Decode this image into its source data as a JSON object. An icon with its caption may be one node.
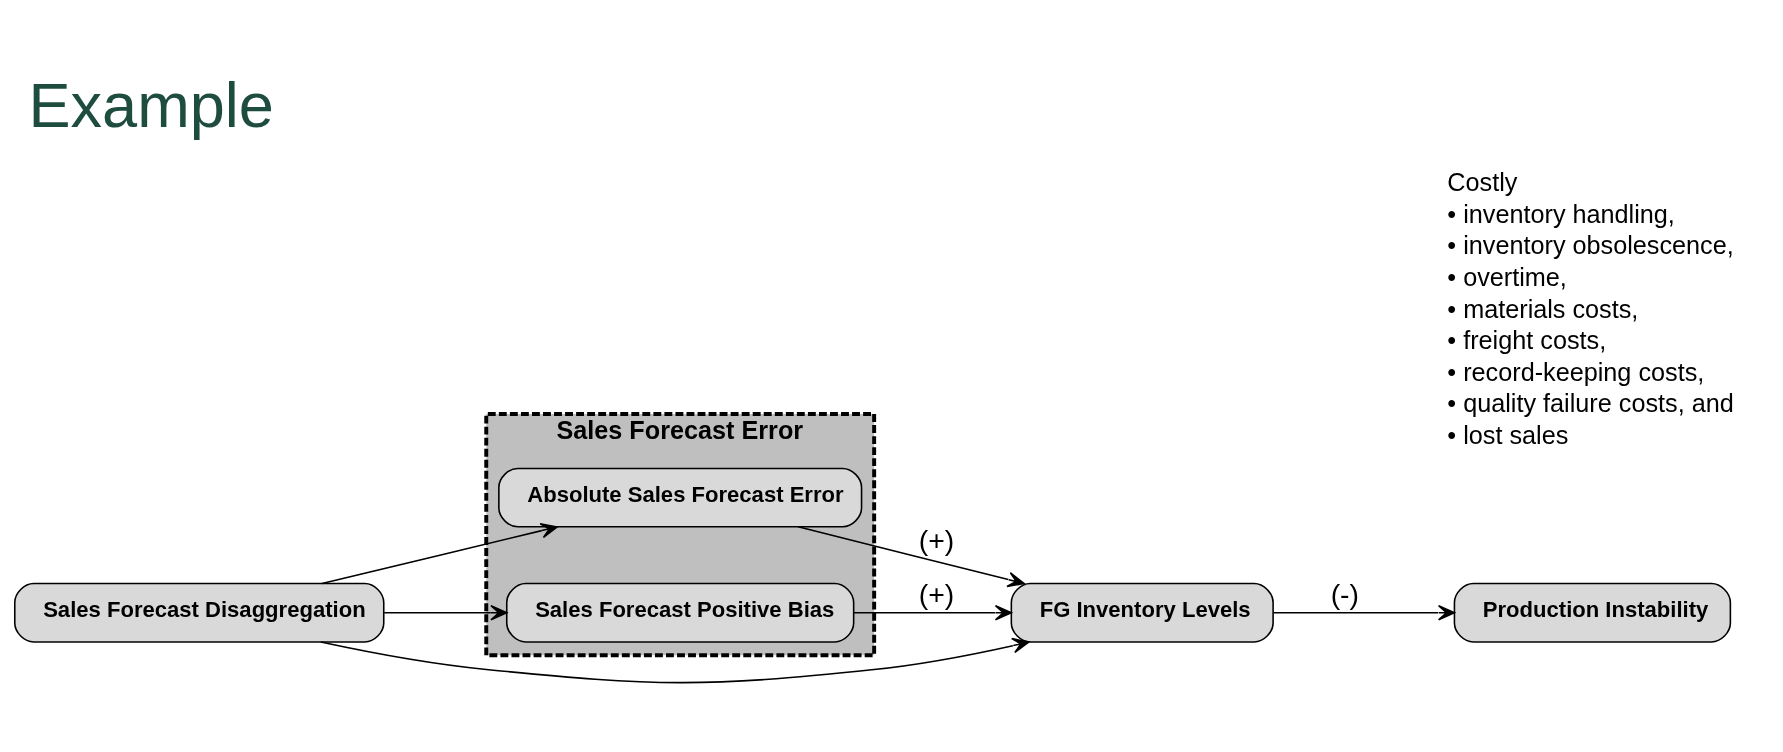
{
  "diagram": {
    "title": "Example",
    "nodes": [
      {
        "text": [
          "Sales Forecast Disaggregation"
        ]
      },
      {
        "text": [
          "Sales Forecast Error"
        ]
      },
      {
        "text": [
          "Absolute Sales Forecast Error"
        ],
        "in": 1
      },
      {
        "text": [
          "Sales Forecast Positive Bias"
        ],
        "in": 1
      },
      {
        "text": [
          "FG Inventory Levels"
        ]
      },
      {
        "text": [
          "Production Instability"
        ]
      }
    ],
    "edges": [
      {
        "from": 0,
        "to": 2,
        "arrow": "to"
      },
      {
        "from": 0,
        "to": 3,
        "arrow": "to"
      },
      {
        "from": 2,
        "to": 4,
        "arrow": "to",
        "label": "(+)"
      },
      {
        "from": 3,
        "to": 4,
        "arrow": "to",
        "label": "(+)"
      },
      {
        "from": 4,
        "to": 5,
        "arrow": "to",
        "label": "(-)"
      },
      {
        "from": 0,
        "to": 4,
        "arrow": "to"
      }
    ],
    "labels": [
      "Costly",
      "• inventory handling,",
      "• inventory obsolescence,",
      "• overtime,",
      "• materials costs,",
      "• freight costs,",
      "• record-keeping costs,",
      "• quality failure costs, and",
      "• lost sales"
    ]
  }
}
